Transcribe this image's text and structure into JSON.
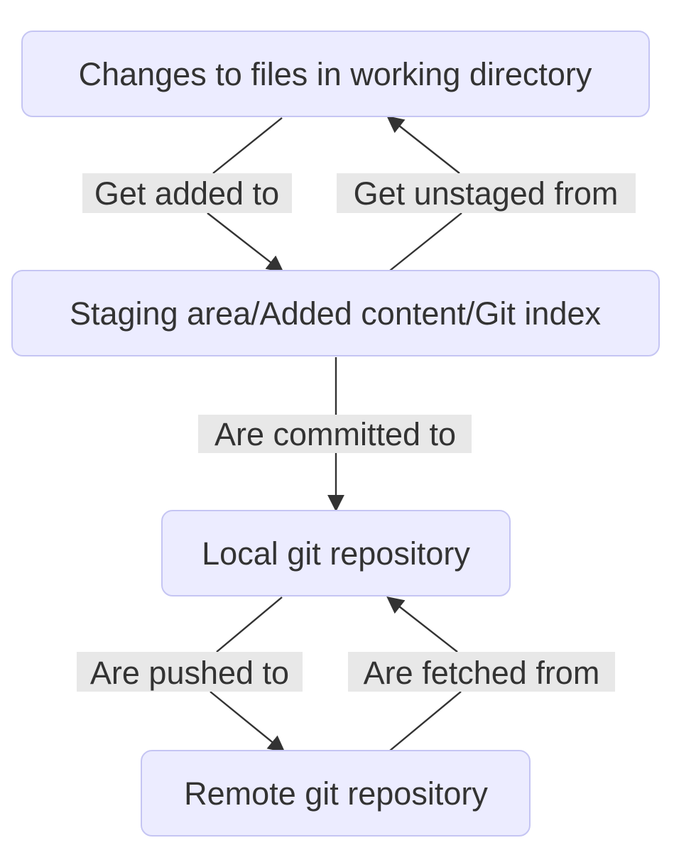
{
  "diagram": {
    "nodes": {
      "working_dir": "Changes to files in working directory",
      "staging": "Staging area/Added content/Git index",
      "local_repo": "Local git repository",
      "remote_repo": "Remote git repository"
    },
    "edges": {
      "add": "Get added to",
      "unstage": "Get unstaged from",
      "commit": "Are committed to",
      "push": "Are pushed to",
      "fetch": "Are fetched from"
    }
  }
}
